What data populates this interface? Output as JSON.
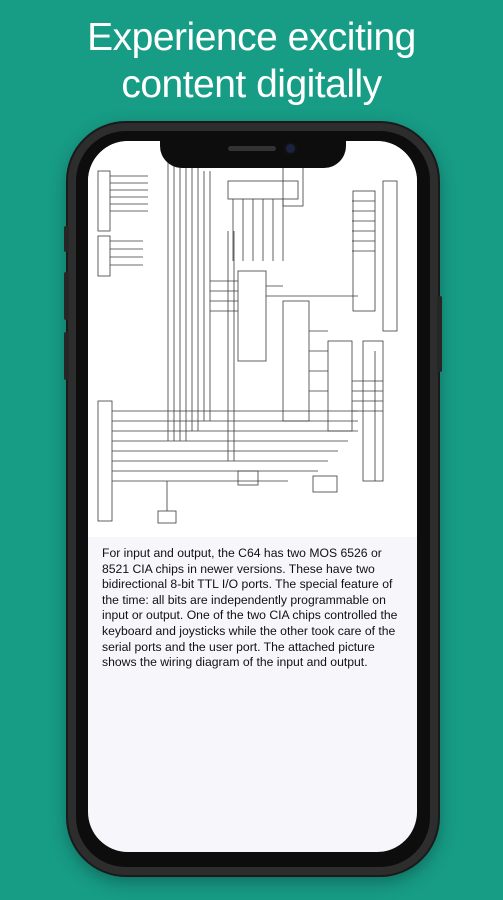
{
  "promo": {
    "headline_line1": "Experience exciting",
    "headline_line2": "content digitally"
  },
  "app": {
    "back_icon": "arrow-left-icon",
    "image": {
      "kind": "circuit-schematic",
      "alt": "Wiring diagram of the input and output"
    },
    "description": "For input and output, the C64 has two MOS 6526 or 8521 CIA chips in newer versions. These have two bidirectional 8-bit TTL I/O ports. The special feature of the time: all bits are independently programmable on input or output. One of the two CIA chips controlled the keyboard and joysticks while the other took care of the serial ports and the user port. The attached picture shows the wiring diagram of the input and output."
  },
  "colors": {
    "background": "#179c86",
    "phone_frame": "#2d2d2d",
    "screen": "#f7f7fb",
    "text": "#111111"
  }
}
